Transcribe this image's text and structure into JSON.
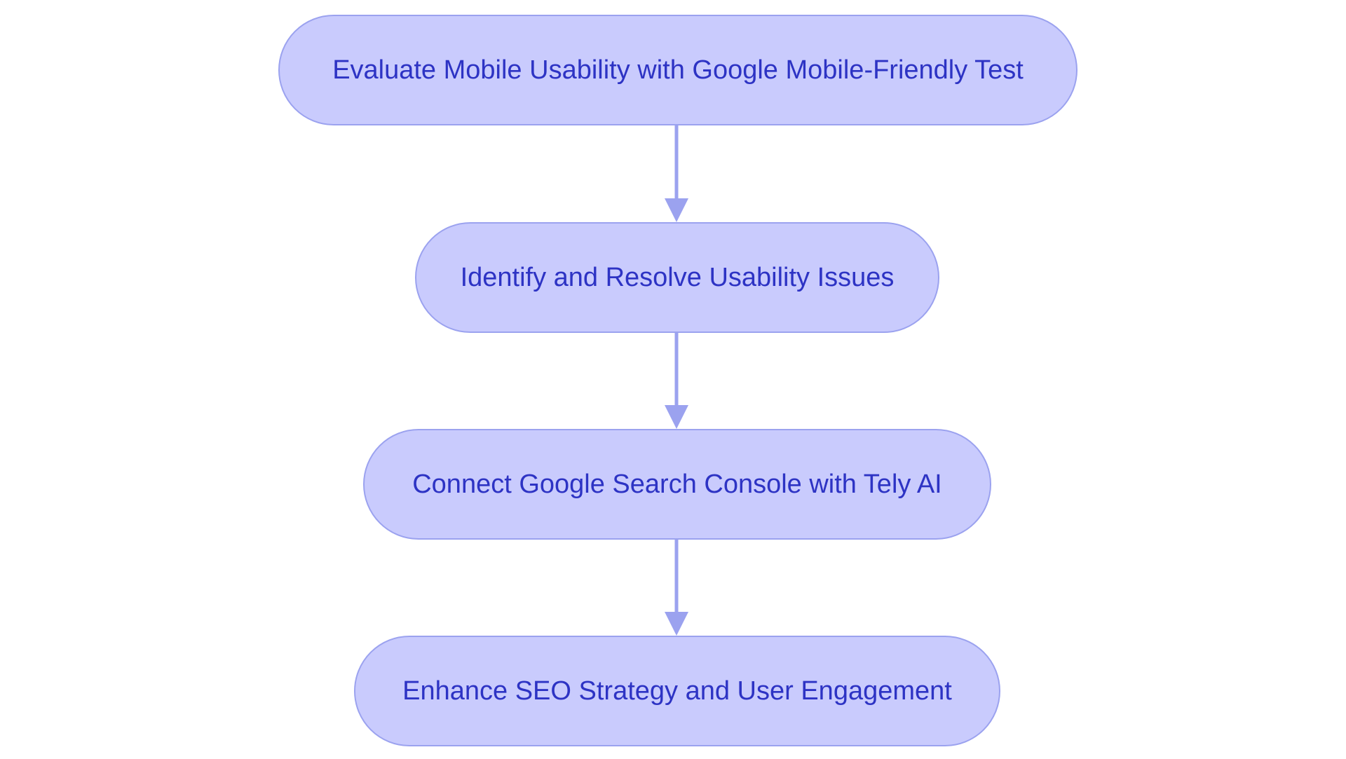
{
  "diagram": {
    "type": "flowchart",
    "direction": "top-to-bottom",
    "colors": {
      "node_fill": "#c9cbfd",
      "node_border": "#9ba2ef",
      "node_text": "#2d33c4",
      "edge": "#9ba2ef"
    },
    "nodes": [
      {
        "label": "Evaluate Mobile Usability with Google Mobile-Friendly Test"
      },
      {
        "label": "Identify and Resolve Usability Issues"
      },
      {
        "label": "Connect Google Search Console with Tely AI"
      },
      {
        "label": "Enhance SEO Strategy and User Engagement"
      }
    ],
    "edges": [
      {
        "from": 0,
        "to": 1
      },
      {
        "from": 1,
        "to": 2
      },
      {
        "from": 2,
        "to": 3
      }
    ]
  }
}
